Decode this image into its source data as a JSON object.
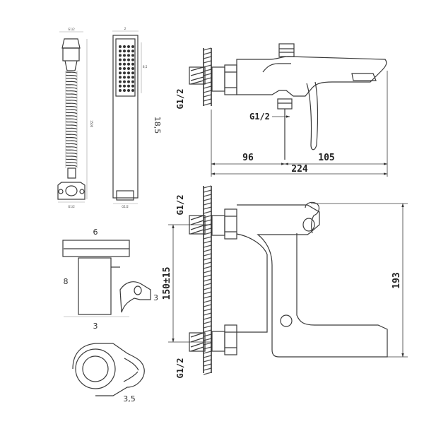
{
  "labels": {
    "hose_top_small": "G1/2",
    "hose_bottom_small": "G1/2",
    "hose_length_small": "1500",
    "handshower_top_small": "2",
    "handshower_side_small": "8,5",
    "handshower_bottom_small": "G1/2",
    "handshower_length": "18,5",
    "holder_width": "6",
    "holder_height": "8",
    "holder_depth": "3",
    "holder_mount": "3",
    "holder_dia": "3,5",
    "side_thread_top": "G1/2",
    "side_thread_outlet": "G1/2",
    "dim_96": "96",
    "dim_105": "105",
    "dim_224": "224",
    "front_thread_top": "G1/2",
    "front_thread_bottom": "G1/2",
    "dim_centers": "150±15",
    "dim_193": "193"
  }
}
